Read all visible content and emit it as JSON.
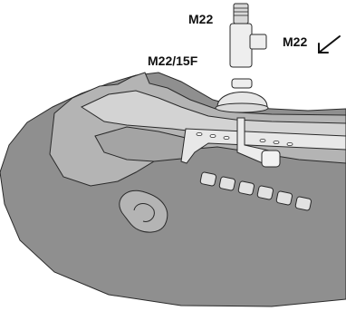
{
  "labels": {
    "connector_top": "M22",
    "connector_side": "M22",
    "mask_connector": "M22/15F"
  },
  "colors": {
    "skin_dark": "#8f8f8f",
    "skin_mid": "#b4b4b4",
    "skin_light": "#d3d3d3",
    "outline": "#2a2a2a",
    "device": "#e6e6e6"
  },
  "icons": {
    "arrow": "arrow-down-left-icon"
  }
}
